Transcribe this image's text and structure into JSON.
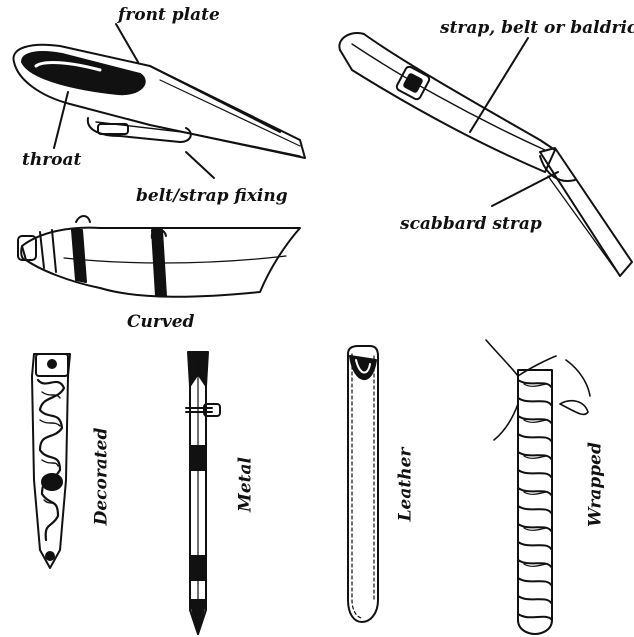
{
  "labels": {
    "front_plate": "front plate",
    "throat": "throat",
    "belt_strap_fixing": "belt/strap fixing",
    "strap_belt_baldric": "strap, belt or baldric",
    "scabbard_strap": "scabbard strap",
    "curved": "Curved",
    "decorated": "Decorated",
    "metal": "Metal",
    "leather": "Leather",
    "wrapped": "Wrapped"
  },
  "colors": {
    "ink": "#111111",
    "paper": "#ffffff"
  }
}
